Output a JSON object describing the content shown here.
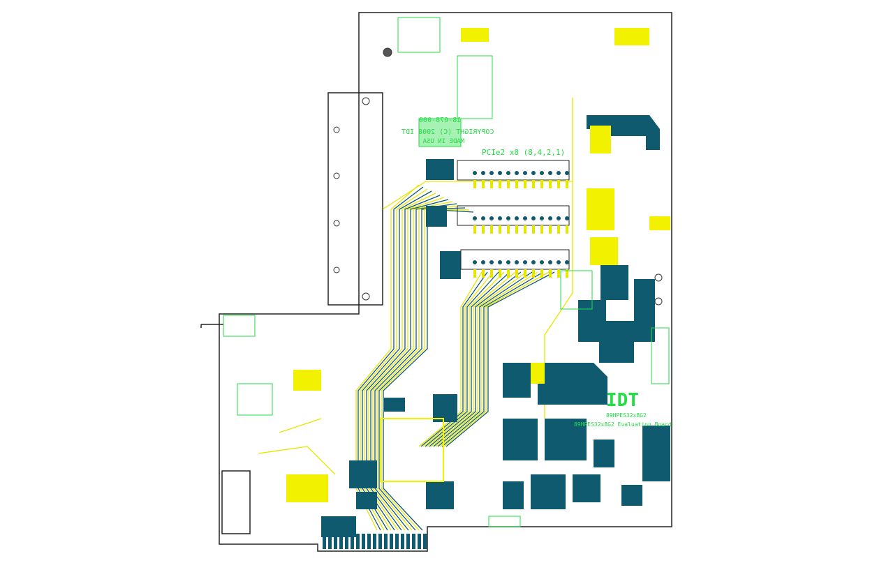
{
  "board": {
    "part_number": "18-678-000",
    "copyright": "COPYRIGHT (C) 2008 IDT",
    "made_in": "MADE IN USA",
    "connector_label": "PCIe2 x8 (8,4,2,1)",
    "logo": "IDT",
    "device": "89HPES32x8G2",
    "board_name": "89HPES32x8G2 Evaluation Board"
  },
  "colors": {
    "copper": "#0f5a6e",
    "pad": "#f2f200",
    "silkscreen": "#22dd44",
    "outline": "#222222"
  }
}
